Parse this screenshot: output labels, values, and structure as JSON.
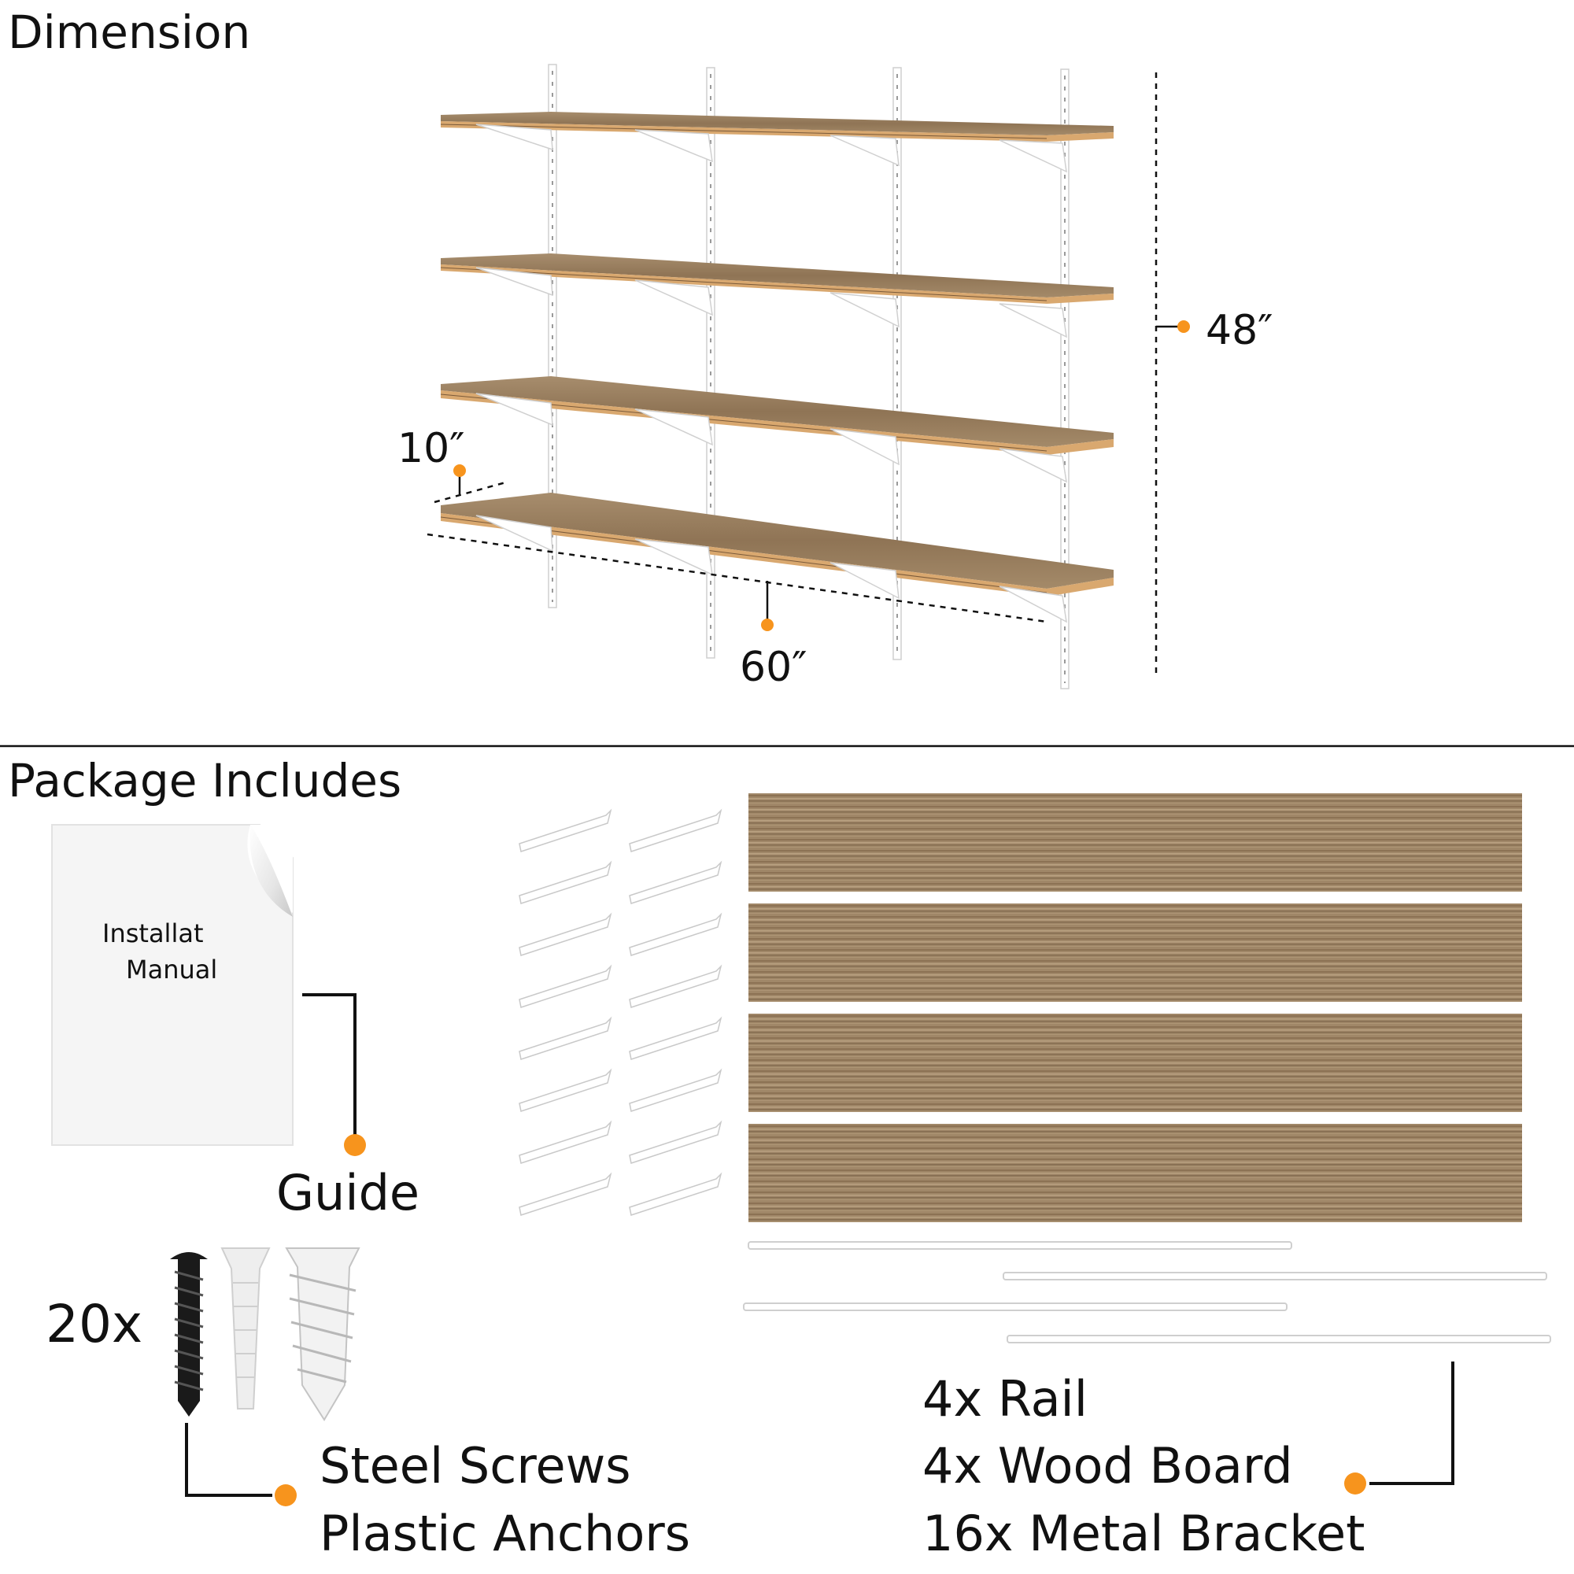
{
  "dimension": {
    "title": "Dimension",
    "height_label": "48″",
    "depth_label": "10″",
    "width_label": "60″"
  },
  "package": {
    "title": "Package Includes",
    "manual_line1": "Installat",
    "manual_line2": "Manual",
    "guide_label": "Guide",
    "screws_count": "20x",
    "screws_label": "Steel Screws",
    "anchors_label": "Plastic Anchors",
    "contents": [
      "4x Rail",
      "4x Wood Board",
      "16x Metal Bracket"
    ]
  },
  "colors": {
    "accent": "#f7941d",
    "wood": "#9c8262",
    "wood_edge": "#d8a46a",
    "metal": "#ffffff",
    "line": "#111111"
  }
}
